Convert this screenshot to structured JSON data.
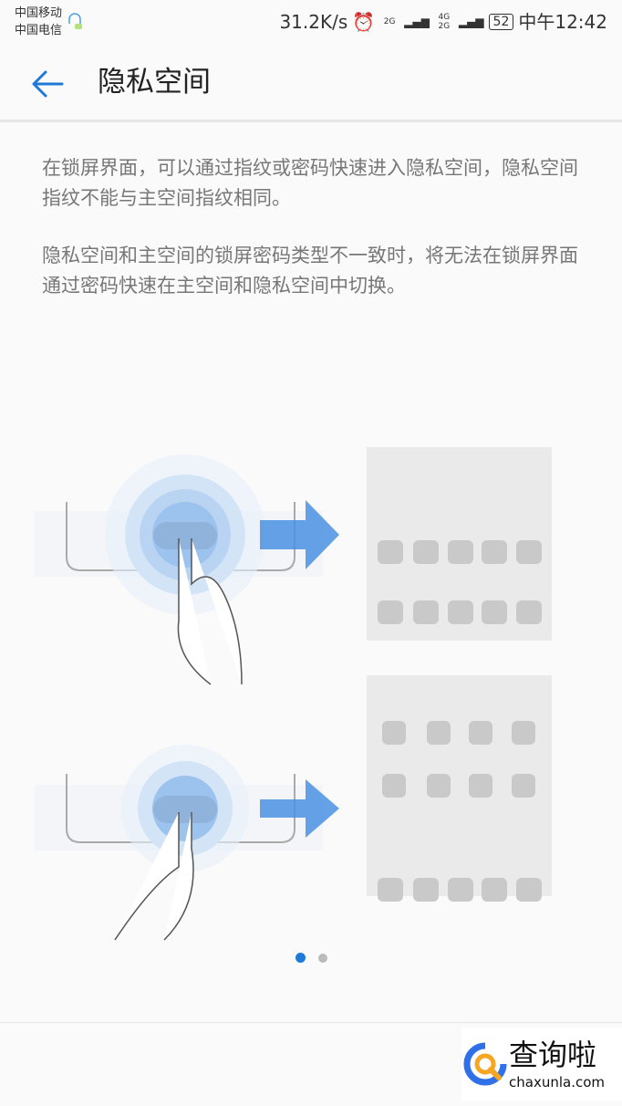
{
  "status_bar": {
    "carrier1": "中国移动",
    "carrier2": "中国电信",
    "speed": "31.2K/s",
    "net1": "2G",
    "net2": "4G 2G",
    "battery": "52",
    "time": "中午12:42"
  },
  "header": {
    "title": "隐私空间"
  },
  "description": [
    "在锁屏界面，可以通过指纹或密码快速进入隐私空间，隐私空间指纹不能与主空间指纹相同。",
    "隐私空间和主空间的锁屏密码类型不一致时，将无法在锁屏界面通过密码快速在主空间和隐私空间中切换。"
  ],
  "pager": {
    "pages": 2,
    "active": 0
  },
  "watermark": {
    "title": "查询啦",
    "url": "chaxunla.com"
  },
  "colors": {
    "accent": "#1e7ad6",
    "arrow": "#4a90e2"
  }
}
